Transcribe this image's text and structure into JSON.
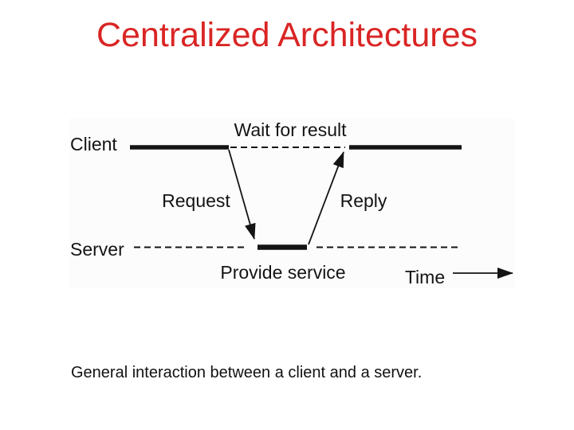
{
  "slide": {
    "title": "Centralized Architectures",
    "caption": "General interaction between a client and a server."
  },
  "figure": {
    "labels": {
      "client": "Client",
      "server": "Server",
      "wait": "Wait for result",
      "request": "Request",
      "reply": "Reply",
      "provide": "Provide service",
      "time": "Time"
    }
  },
  "colors": {
    "title": "#d92524",
    "ink": "#141414",
    "figure_bg": "#fcfcfc"
  }
}
